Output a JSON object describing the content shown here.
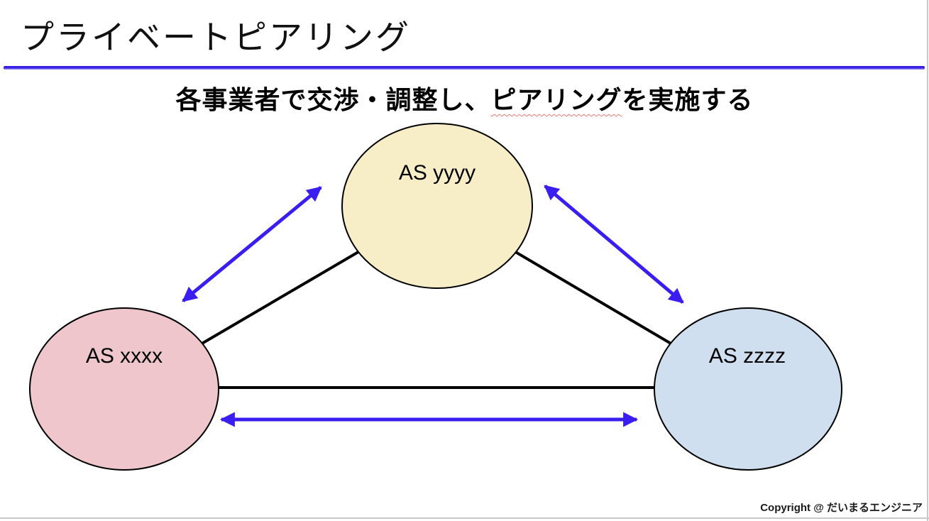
{
  "slide": {
    "title": "プライベートピアリング",
    "subtitle": {
      "prefix": "各事業者で交渉・調整し、",
      "emphasized": "ピアリング",
      "suffix": "を実施する"
    },
    "copyright": "Copyright @ だいまるエンジニア"
  },
  "diagram": {
    "type": "network-triangle",
    "description": "Three autonomous systems connected in a triangle; each pair negotiates and peers directly (private peering), shown by bidirectional arrows along every link",
    "nodes": [
      {
        "id": "as-yyyy",
        "label": "AS yyyy",
        "fill": "#f7edc7",
        "position": "top"
      },
      {
        "id": "as-xxxx",
        "label": "AS xxxx",
        "fill": "#eec6cb",
        "position": "bottom-left"
      },
      {
        "id": "as-zzzz",
        "label": "AS zzzz",
        "fill": "#cfdfef",
        "position": "bottom-right"
      }
    ],
    "links": [
      {
        "from": "AS xxxx",
        "to": "AS yyyy",
        "bidirectional_arrow": true
      },
      {
        "from": "AS yyyy",
        "to": "AS zzzz",
        "bidirectional_arrow": true
      },
      {
        "from": "AS xxxx",
        "to": "AS zzzz",
        "bidirectional_arrow": true
      }
    ],
    "colors": {
      "arrow": "#3a1ef0",
      "link_line": "#000000",
      "node_outline": "#000000",
      "title_rule": "#3520e0",
      "squiggle": "#e87a72",
      "window_border": "#c8c8c8"
    }
  }
}
